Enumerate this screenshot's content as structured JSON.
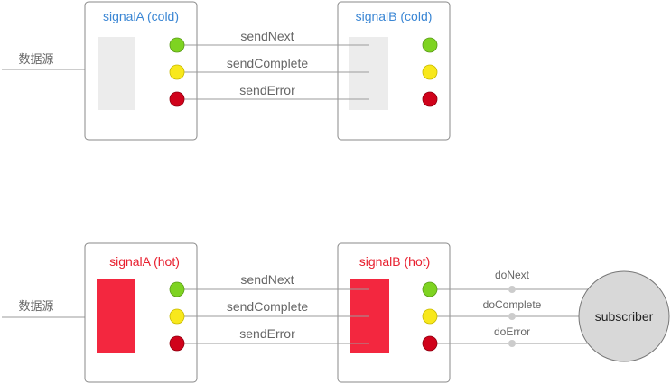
{
  "source_label_top": "数据源",
  "source_label_bottom": "数据源",
  "cold": {
    "signal_a_title": "signalA (cold)",
    "signal_b_title": "signalB (cold)",
    "title_color": "#3a86d4",
    "block_color": "#ececec"
  },
  "hot": {
    "signal_a_title": "signalA (hot)",
    "signal_b_title": "signalB (hot)",
    "title_color": "#e8202f",
    "block_color": "#f3273f"
  },
  "connections": {
    "send_next": "sendNext",
    "send_complete": "sendComplete",
    "send_error": "sendError",
    "send_next_hot": "sendNext",
    "send_complete_hot": "sendComplete",
    "send_error_hot": "sendError",
    "do_next": "doNext",
    "do_complete": "doComplete",
    "do_error": "doError"
  },
  "subscriber_label": "subscriber",
  "colors": {
    "next": "#7ed321",
    "complete": "#f8e81c",
    "error": "#d0021b",
    "subscriber_fill": "#d8d8d8",
    "line": "#9b9b9b",
    "label": "#666666"
  }
}
